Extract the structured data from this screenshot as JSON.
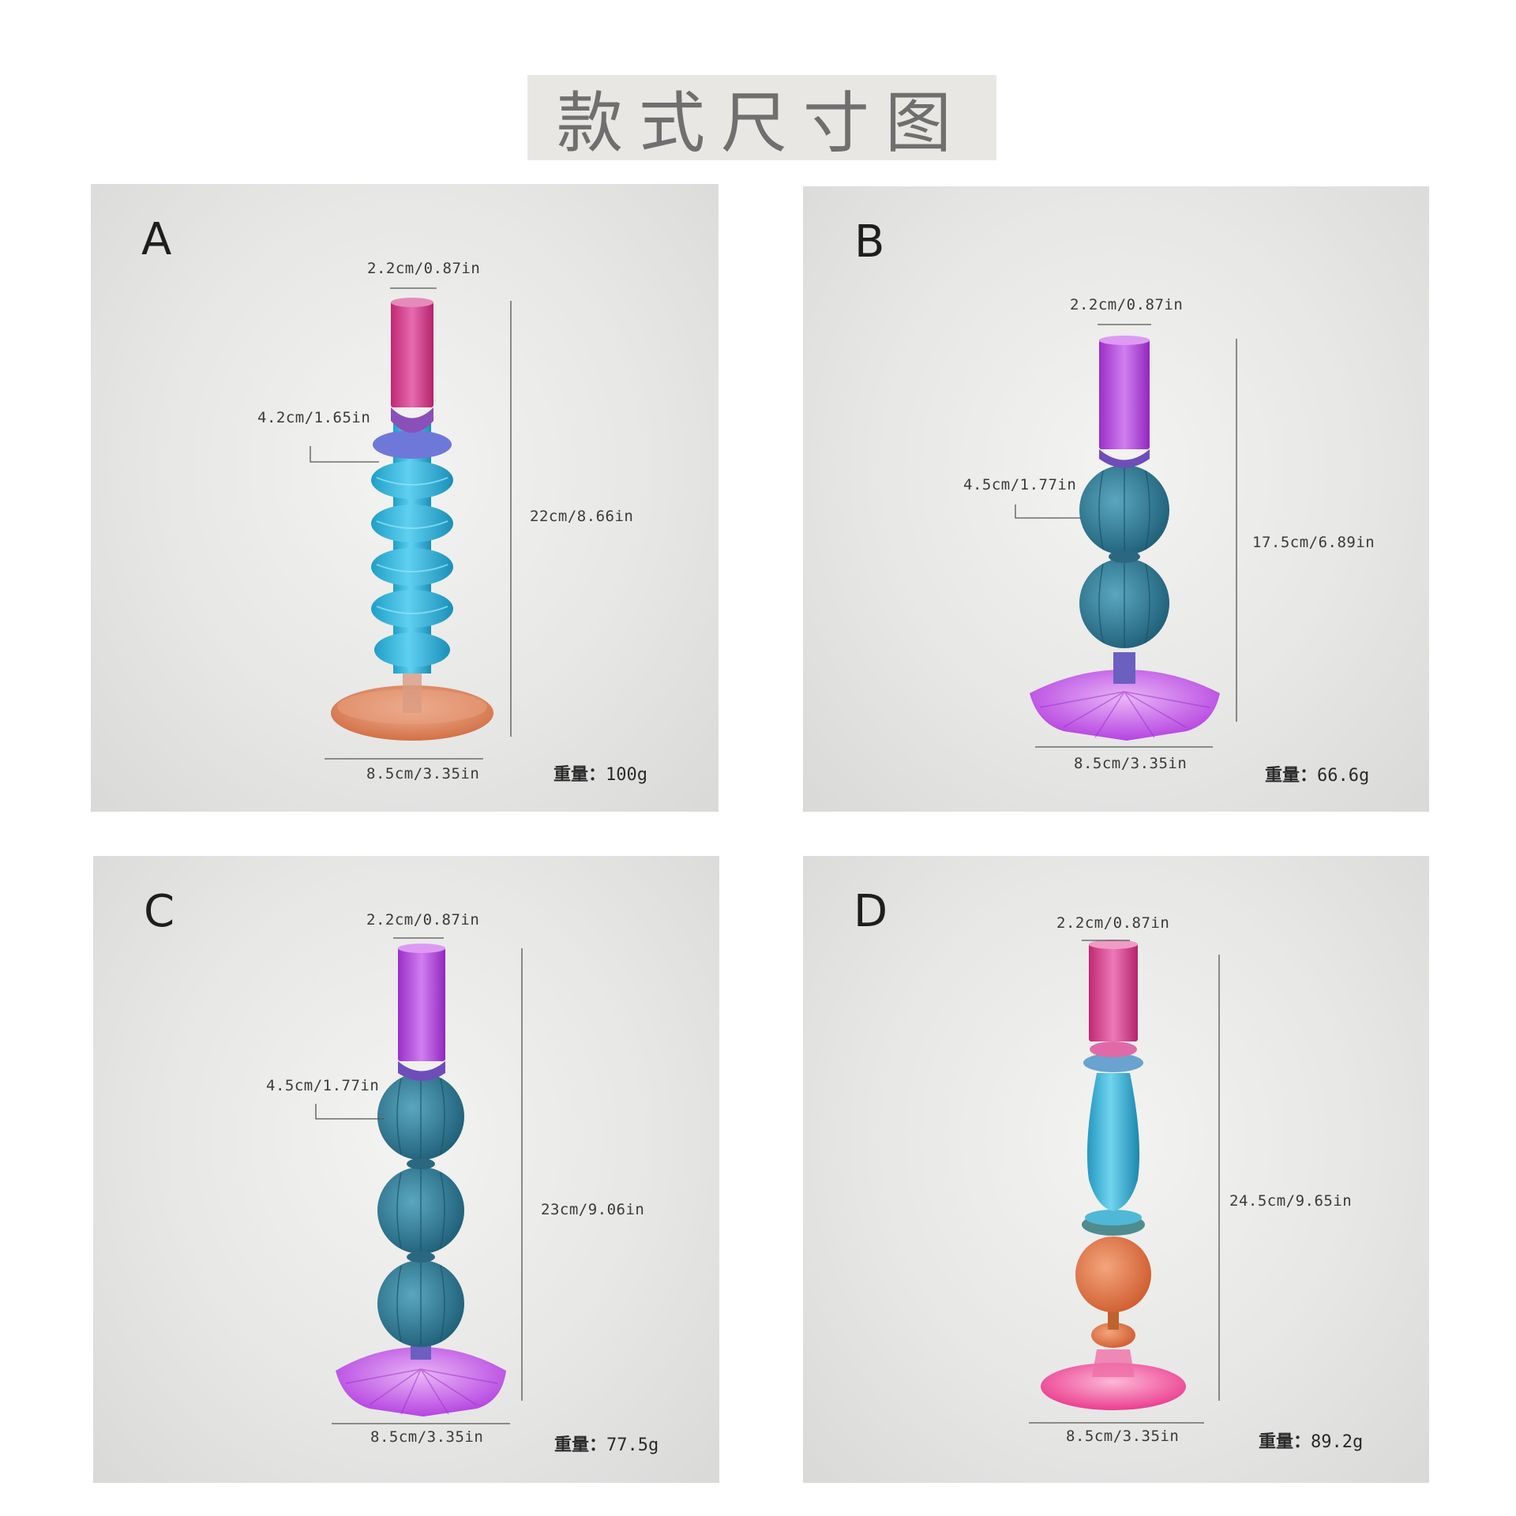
{
  "title": "款式尺寸图",
  "products": [
    {
      "letter": "A",
      "top_width": "2.2cm/0.87in",
      "body_width": "4.2cm/1.65in",
      "height": "22cm/8.66in",
      "base_width": "8.5cm/3.35in",
      "weight_label": "重量：",
      "weight_value": "100g"
    },
    {
      "letter": "B",
      "top_width": "2.2cm/0.87in",
      "body_width": "4.5cm/1.77in",
      "height": "17.5cm/6.89in",
      "base_width": "8.5cm/3.35in",
      "weight_label": "重量：",
      "weight_value": "66.6g"
    },
    {
      "letter": "C",
      "top_width": "2.2cm/0.87in",
      "body_width": "4.5cm/1.77in",
      "height": "23cm/9.06in",
      "base_width": "8.5cm/3.35in",
      "weight_label": "重量：",
      "weight_value": "77.5g"
    },
    {
      "letter": "D",
      "top_width": "2.2cm/0.87in",
      "body_width": "",
      "height": "24.5cm/9.65in",
      "base_width": "8.5cm/3.35in",
      "weight_label": "重量：",
      "weight_value": "89.2g"
    }
  ],
  "colors": {
    "magenta": "#d83c93",
    "purple": "#b944e0",
    "cyan": "#3fb6dc",
    "teal": "#2f7f98",
    "orange": "#e07a4c",
    "pink": "#f24ea0"
  }
}
